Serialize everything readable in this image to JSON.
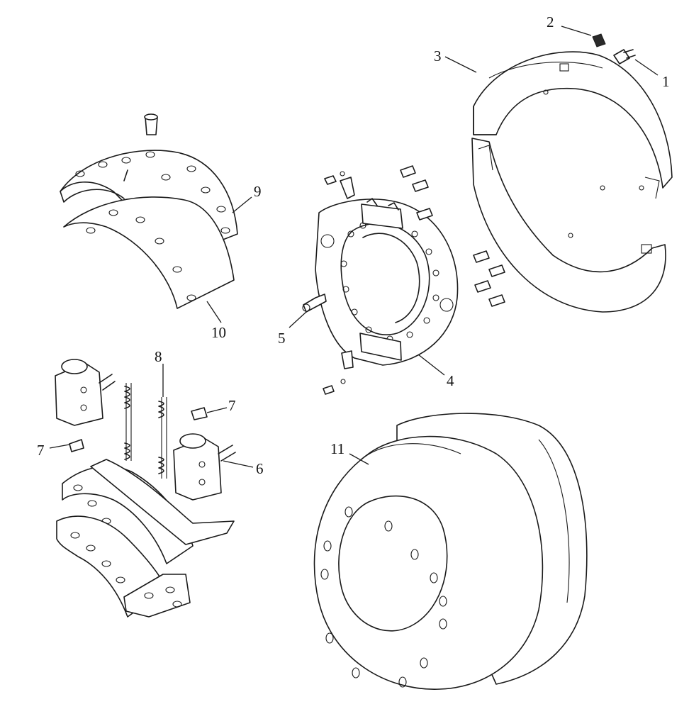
{
  "callouts": {
    "c1": "1",
    "c2": "2",
    "c3": "3",
    "c4": "4",
    "c5": "5",
    "c6": "6",
    "c7a": "7",
    "c7b": "7",
    "c8": "8",
    "c9": "9",
    "c10": "10",
    "c11": "11"
  }
}
